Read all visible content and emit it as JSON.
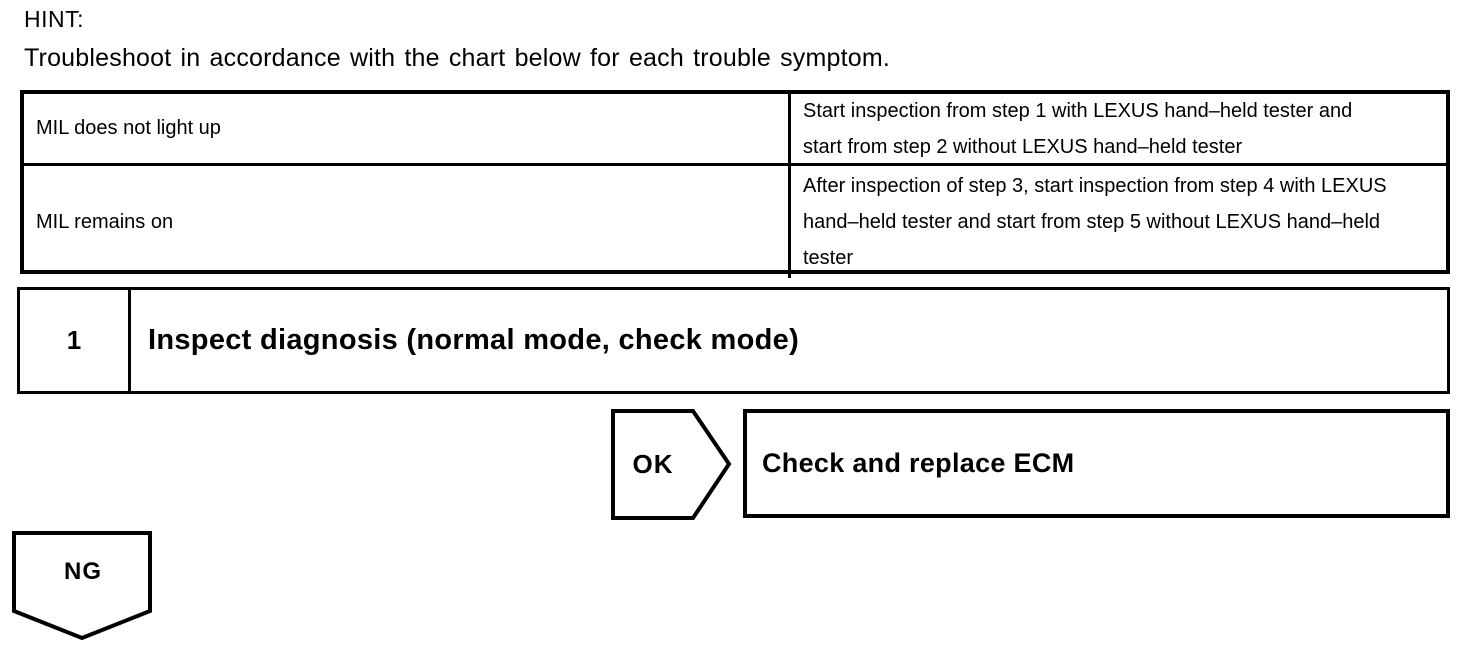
{
  "hint": {
    "label": "HINT:",
    "text": "Troubleshoot in accordance with the chart below for each trouble symptom."
  },
  "symptom_table": {
    "rows": [
      {
        "symptom": "MIL does not light up",
        "action_lines": [
          "Start inspection from step 1 with LEXUS hand–held tester and",
          "start from step 2 without LEXUS hand–held tester"
        ]
      },
      {
        "symptom": "MIL remains on",
        "action_lines": [
          "After inspection of step 3, start inspection from step 4 with LEXUS",
          "hand–held tester and start from step 5 without LEXUS hand–held",
          "tester"
        ]
      }
    ]
  },
  "step": {
    "number": "1",
    "title": "Inspect diagnosis (normal mode, check mode)"
  },
  "ok_branch": {
    "label": "OK",
    "action": "Check and replace ECM"
  },
  "ng_branch": {
    "label": "NG"
  },
  "colors": {
    "ink": "#000000",
    "paper": "#ffffff"
  }
}
